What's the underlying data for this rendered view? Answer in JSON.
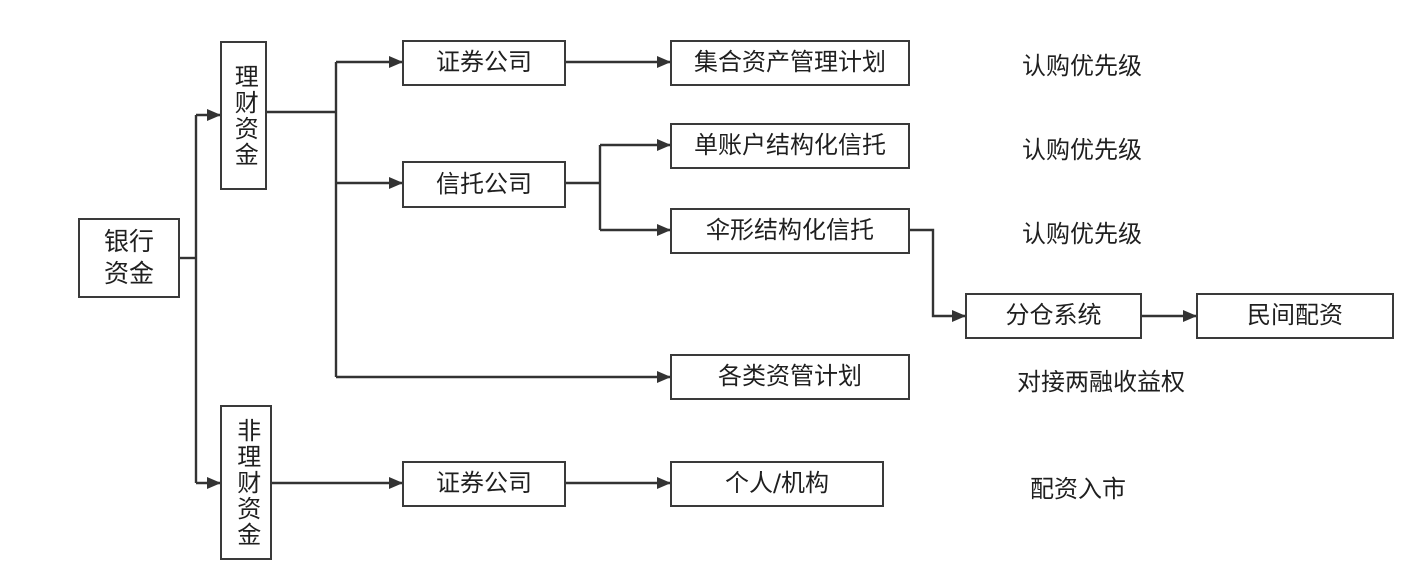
{
  "nodes": {
    "bank_funds": "银行资金",
    "wealth_funds": "理财资金",
    "non_wealth_funds": "非理财资金",
    "securities_co_1": "证券公司",
    "trust_co": "信托公司",
    "securities_co_2": "证券公司",
    "collective_asset_plan": "集合资产管理计划",
    "single_account_trust": "单账户结构化信托",
    "umbrella_trust": "伞形结构化信托",
    "sub_warehouse_system": "分仓系统",
    "private_margin": "民间配资",
    "asset_mgmt_plans": "各类资管计划",
    "individual_institution": "个人/机构"
  },
  "labels": {
    "subscription_priority_1": "认购优先级",
    "subscription_priority_2": "认购优先级",
    "subscription_priority_3": "认购优先级",
    "margin_income_rights": "对接两融收益权",
    "margin_entry": "配资入市"
  }
}
